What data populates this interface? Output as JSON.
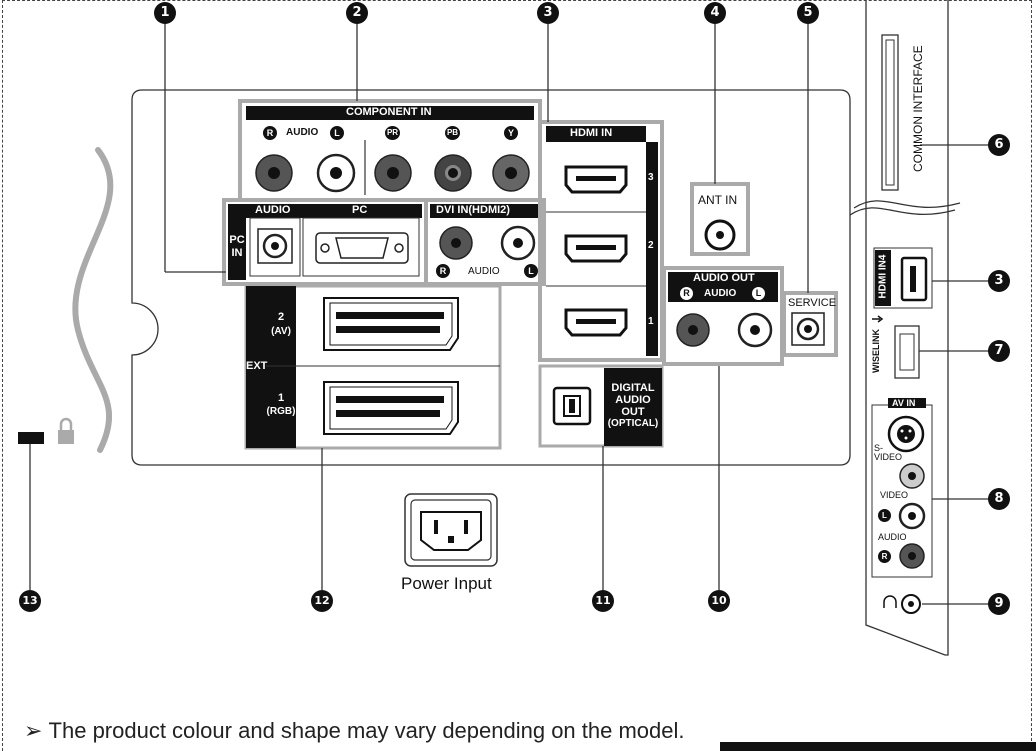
{
  "callouts": [
    "1",
    "2",
    "3",
    "4",
    "5",
    "6",
    "3",
    "7",
    "8",
    "9",
    "10",
    "11",
    "12",
    "13"
  ],
  "component_in": {
    "title": "COMPONENT IN",
    "audio": "AUDIO",
    "r": "R",
    "l": "L",
    "pr": "PR",
    "pb": "PB",
    "y": "Y"
  },
  "pc_in": {
    "side": "PC IN",
    "audio": "AUDIO",
    "pc": "PC"
  },
  "dvi_in": {
    "title": "DVI IN(HDMI2)",
    "audio": "AUDIO",
    "r": "R",
    "l": "L"
  },
  "hdmi_in": {
    "title": "HDMI IN",
    "ports": [
      "3",
      "2",
      "1"
    ]
  },
  "ant_in": "ANT IN",
  "audio_out": {
    "title": "AUDIO OUT",
    "audio": "AUDIO",
    "r": "R",
    "l": "L"
  },
  "service": "SERVICE",
  "ext": {
    "side": "EXT",
    "av_num": "2",
    "av_label": "(AV)",
    "rgb_num": "1",
    "rgb_label": "(RGB)"
  },
  "optical": [
    "DIGITAL",
    "AUDIO",
    "OUT",
    "(OPTICAL)"
  ],
  "power_input": "Power Input",
  "side_panel": {
    "common_interface": "COMMON INTERFACE",
    "hdmi_in4": "HDMI IN4",
    "wiselink": "WISELINK",
    "av_in": "AV IN",
    "s_video": "S-VIDEO",
    "video": "VIDEO",
    "l": "L",
    "audio": "AUDIO",
    "r": "R"
  },
  "note": "The product colour and shape may vary depending on the model."
}
